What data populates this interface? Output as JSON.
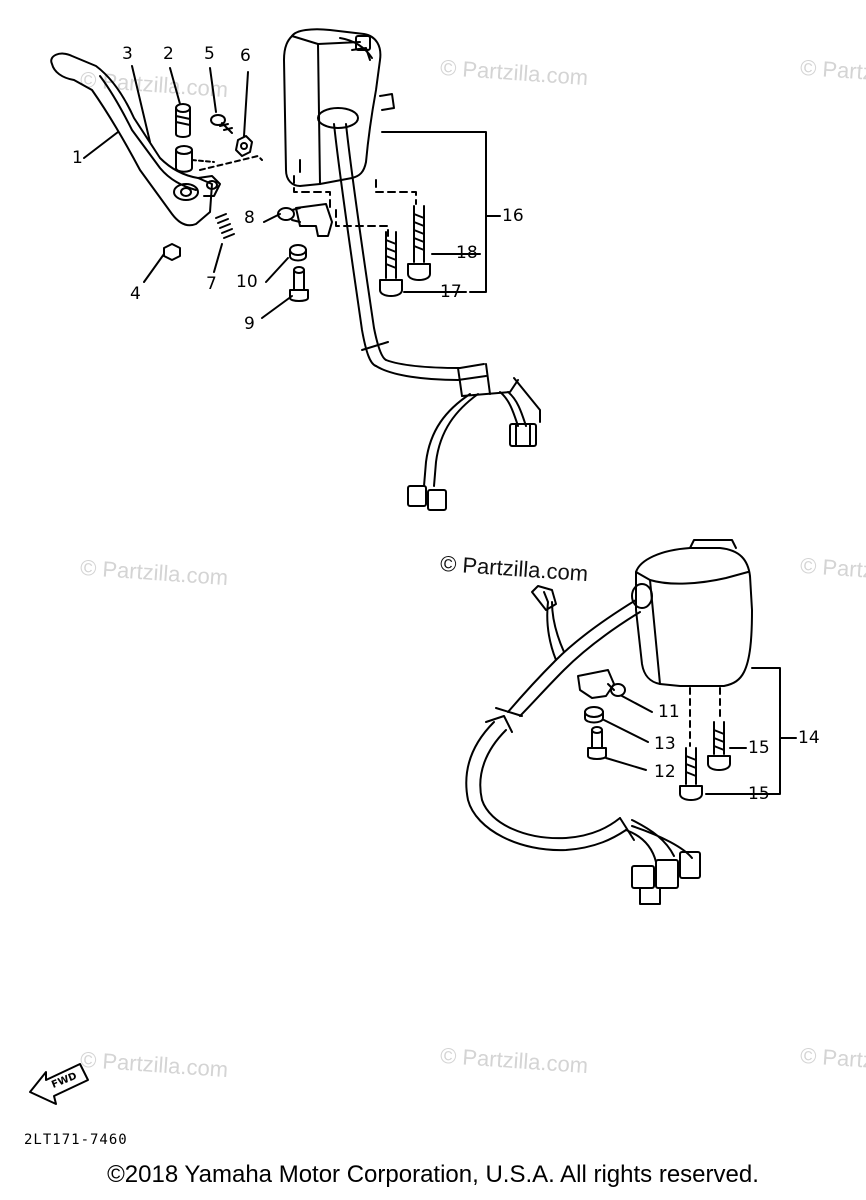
{
  "watermarks": [
    "© Partzilla.com",
    "© Partzilla.com",
    "© Partzilla.com",
    "© Partzilla.com",
    "© Partzilla.com",
    "© Partzilla.com",
    "© Partzilla.com",
    "© Partzilla.com",
    "© Partzilla.com"
  ],
  "center_watermark": "© Partzilla.com",
  "callouts": [
    "1",
    "2",
    "3",
    "4",
    "5",
    "6",
    "7",
    "8",
    "9",
    "10",
    "11",
    "12",
    "13",
    "14",
    "15",
    "15",
    "16",
    "17",
    "18"
  ],
  "fwd_label": "FWD",
  "diagram_code": "2LT171-7460",
  "copyright": "©2018 Yamaha Motor Corporation, U.S.A. All rights reserved.",
  "colors": {
    "ink": "#000000",
    "watermark": "#d4d4d4",
    "background": "#ffffff"
  }
}
